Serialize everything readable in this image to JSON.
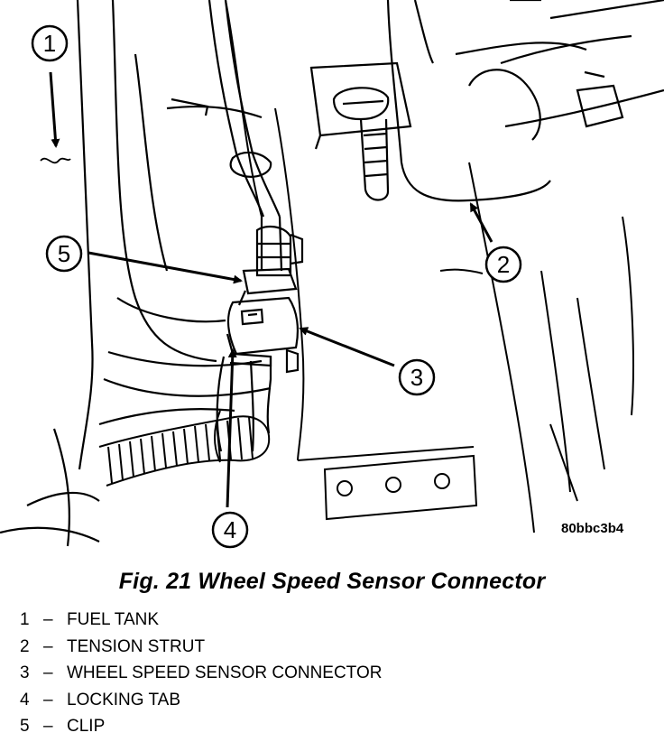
{
  "figure": {
    "code": "80bbc3b4",
    "callouts": [
      {
        "id": "1",
        "target": "fuel tank"
      },
      {
        "id": "2",
        "target": "tension strut"
      },
      {
        "id": "3",
        "target": "wheel speed sensor connector"
      },
      {
        "id": "4",
        "target": "locking tab"
      },
      {
        "id": "5",
        "target": "clip"
      }
    ]
  },
  "caption": "Fig. 21 Wheel Speed Sensor Connector",
  "legend": {
    "separator": "–",
    "items": [
      {
        "num": "1",
        "label": "FUEL TANK"
      },
      {
        "num": "2",
        "label": "TENSION STRUT"
      },
      {
        "num": "3",
        "label": "WHEEL SPEED SENSOR CONNECTOR"
      },
      {
        "num": "4",
        "label": "LOCKING TAB"
      },
      {
        "num": "5",
        "label": "CLIP"
      }
    ]
  }
}
